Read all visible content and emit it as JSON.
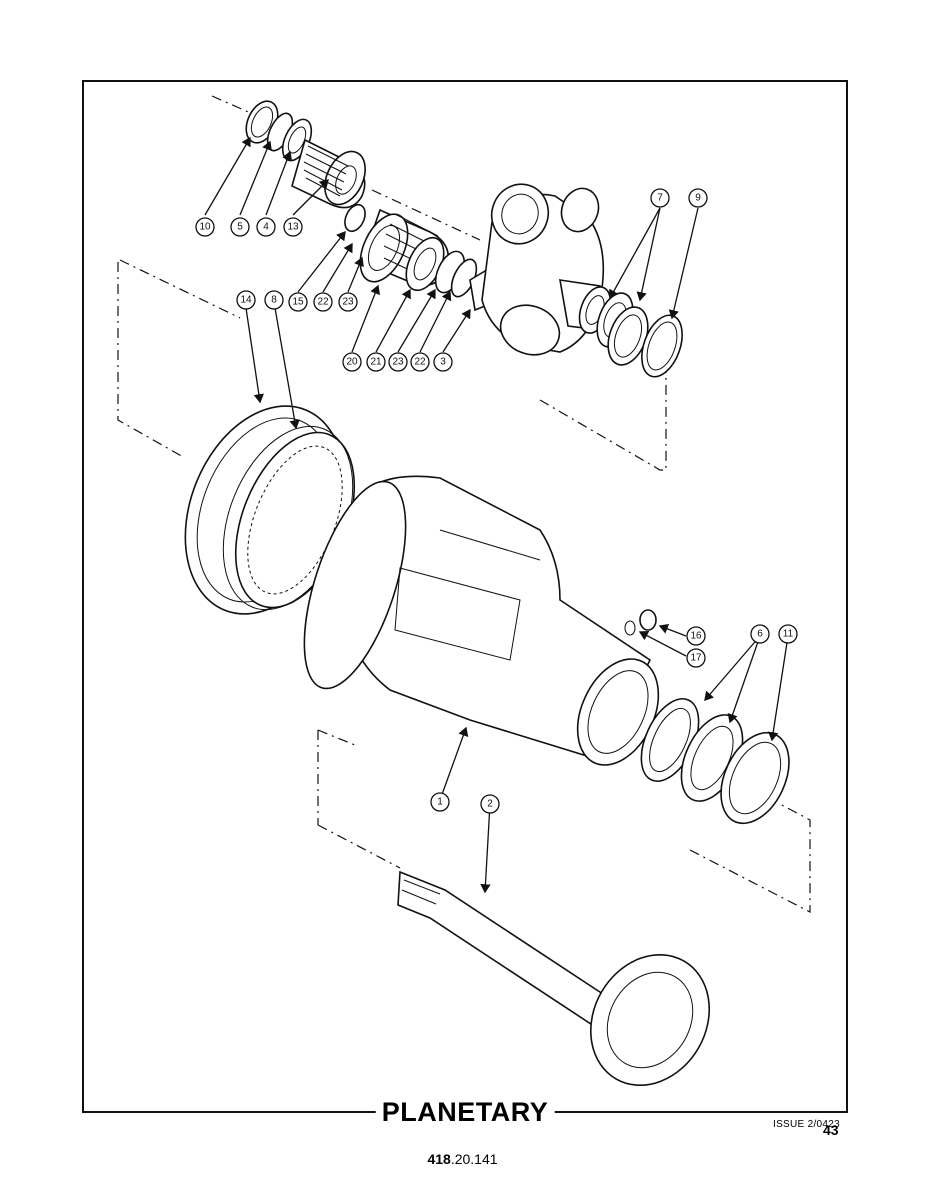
{
  "title": "PLANETARY",
  "issue": "ISSUE 2/0423",
  "page_number": "43",
  "doc_number": {
    "bold": "418",
    "rest": ".20.141"
  },
  "callouts": [
    "10",
    "5",
    "4",
    "13",
    "7",
    "9",
    "14",
    "8",
    "15",
    "22",
    "23",
    "20",
    "21",
    "23",
    "22",
    "3",
    "16",
    "17",
    "6",
    "11",
    "1",
    "2"
  ]
}
